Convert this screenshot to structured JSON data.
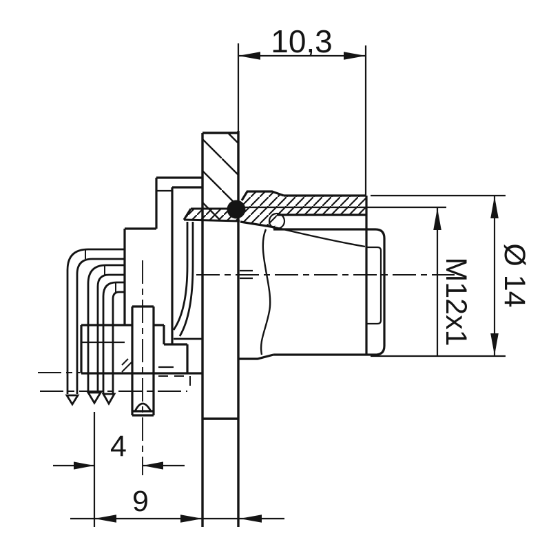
{
  "drawing": {
    "kind": "connector cross-section",
    "dimensions": {
      "protrusion": "10,3",
      "thread": "M12x1",
      "diameter": "Ø 14",
      "pin_spacing": "4",
      "depth": "9"
    },
    "colors": {
      "line": "#141414",
      "background": "#ffffff",
      "seal": "#141414"
    }
  }
}
